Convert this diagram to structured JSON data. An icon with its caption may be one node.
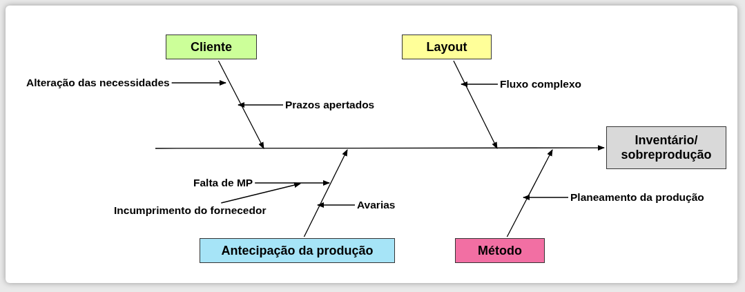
{
  "diagram": {
    "nodes": [
      {
        "text": [
          "Cliente"
        ]
      },
      {
        "text": [
          "Layout"
        ]
      },
      {
        "text": [
          "Inventário/ sobreprodução"
        ]
      },
      {
        "text": [
          "Antecipação da produção"
        ]
      },
      {
        "text": [
          "Método"
        ]
      },
      {
        "text": [
          "Alteração das necessidades"
        ]
      },
      {
        "text": [
          "Prazos apertados"
        ]
      },
      {
        "text": [
          "Fluxo complexo"
        ]
      },
      {
        "text": [
          "Falta de MP"
        ]
      },
      {
        "text": [
          "Incumprimento do fornecedor"
        ]
      },
      {
        "text": [
          "Avarias"
        ]
      },
      {
        "text": [
          "Planeamento da produção"
        ]
      }
    ],
    "edges": [
      {
        "from": null,
        "to": 2,
        "arrow": "to"
      },
      {
        "from": 0,
        "to": null,
        "arrow": "to"
      },
      {
        "from": 1,
        "to": null,
        "arrow": "to"
      },
      {
        "from": 3,
        "to": null,
        "arrow": "to"
      },
      {
        "from": 4,
        "to": null,
        "arrow": "to"
      },
      {
        "from": 5,
        "to": null,
        "arrow": "to"
      },
      {
        "from": 6,
        "to": null,
        "arrow": "to"
      },
      {
        "from": 7,
        "to": null,
        "arrow": "to"
      },
      {
        "from": 8,
        "to": null,
        "arrow": "to"
      },
      {
        "from": 9,
        "to": null,
        "arrow": "to"
      },
      {
        "from": 10,
        "to": null,
        "arrow": "to"
      },
      {
        "from": 11,
        "to": null,
        "arrow": "to"
      }
    ]
  }
}
